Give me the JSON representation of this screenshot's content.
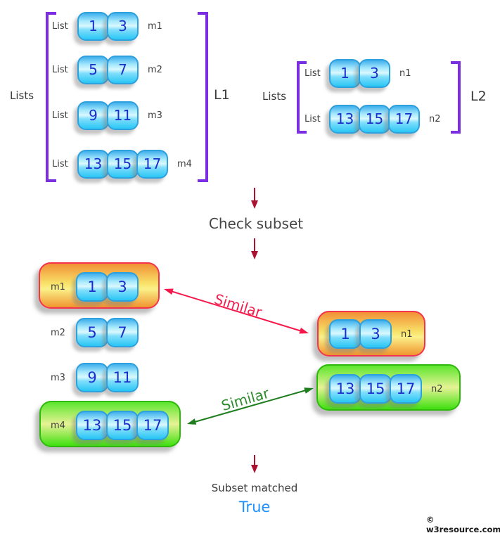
{
  "figure": {
    "l1_group": {
      "label": "Lists",
      "bracket_label": "L1",
      "rows": [
        {
          "prefix": "List",
          "values": [
            "1",
            "3"
          ],
          "tag": "m1"
        },
        {
          "prefix": "List",
          "values": [
            "5",
            "7"
          ],
          "tag": "m2"
        },
        {
          "prefix": "List",
          "values": [
            "9",
            "11"
          ],
          "tag": "m3"
        },
        {
          "prefix": "List",
          "values": [
            "13",
            "15",
            "17"
          ],
          "tag": "m4"
        }
      ]
    },
    "l2_group": {
      "label": "Lists",
      "bracket_label": "L2",
      "rows": [
        {
          "prefix": "List",
          "values": [
            "1",
            "3"
          ],
          "tag": "n1"
        },
        {
          "prefix": "List",
          "values": [
            "13",
            "15",
            "17"
          ],
          "tag": "n2"
        }
      ]
    },
    "operation_label": "Check subset",
    "match_left": {
      "rows": [
        {
          "tag": "m1",
          "values": [
            "1",
            "3"
          ],
          "highlight": "orange"
        },
        {
          "tag": "m2",
          "values": [
            "5",
            "7"
          ],
          "highlight": ""
        },
        {
          "tag": "m3",
          "values": [
            "9",
            "11"
          ],
          "highlight": ""
        },
        {
          "tag": "m4",
          "values": [
            "13",
            "15",
            "17"
          ],
          "highlight": "green"
        }
      ]
    },
    "match_right": {
      "rows": [
        {
          "tag": "n1",
          "values": [
            "1",
            "3"
          ],
          "highlight": "orange"
        },
        {
          "tag": "n2",
          "values": [
            "13",
            "15",
            "17"
          ],
          "highlight": "green"
        }
      ]
    },
    "connections": [
      {
        "label": "Similar",
        "pair": "m1-n1",
        "color": "#f5194b"
      },
      {
        "label": "Similar",
        "pair": "m4-n2",
        "color": "#2e8b2e"
      }
    ],
    "result_caption": "Subset matched",
    "result_value": "True",
    "copyright": "© w3resource.com"
  },
  "colors": {
    "bracket_purple": "#7c2fe2",
    "cell_border_blue": "#2da0dd",
    "cell_number_blue": "#1b2ecc",
    "similar_red": "#f5194b",
    "similar_green": "#2e8b2e",
    "highlight_orange_border": "#f3344c",
    "highlight_green_border": "#2eb90c",
    "flow_arrow_crimson": "#aa1133",
    "true_blue": "#1e90ff"
  }
}
